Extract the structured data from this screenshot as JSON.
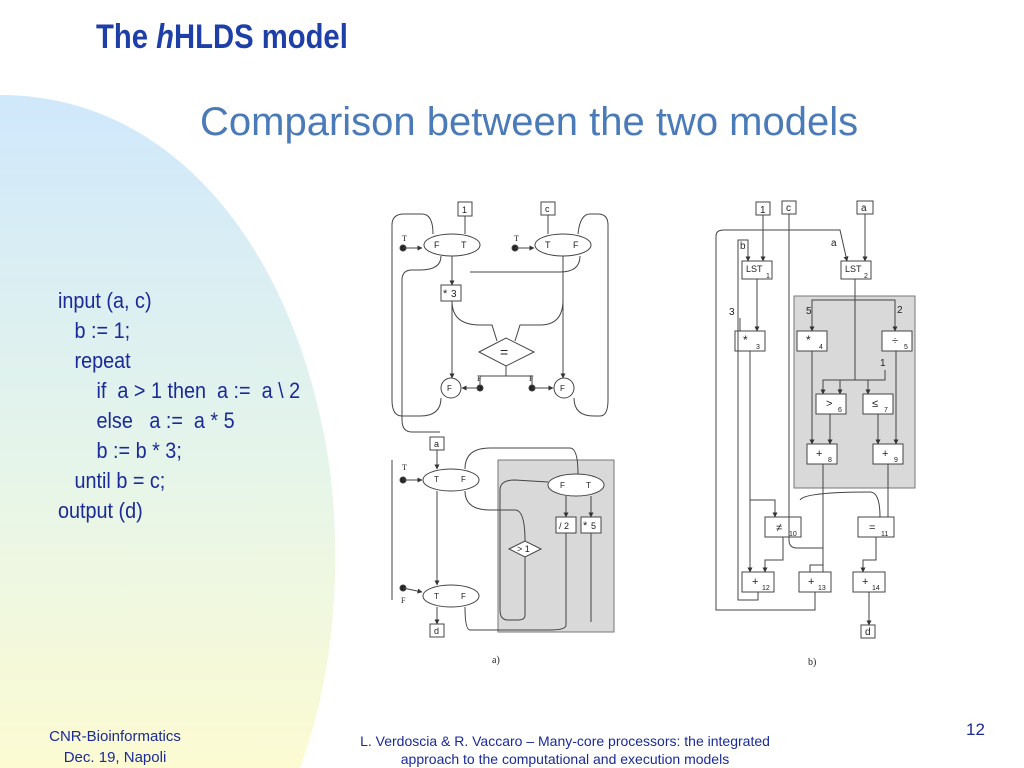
{
  "slide": {
    "title_prefix": "The ",
    "title_italic": "h",
    "title_suffix": "HLDS model",
    "subtitle": "Comparison between the two models",
    "page_number": "12",
    "footer_left": [
      "CNR-Bioinformatics",
      "Dec. 19, Napoli"
    ],
    "footer_mid": [
      "L. Verdoscia & R. Vaccaro – Many-core processors: the integrated",
      "approach to the computational and execution models"
    ]
  },
  "code_lines": [
    "input (a, c)",
    "   b := 1;",
    "   repeat",
    "       if  a > 1 then  a :=  a \\ 2",
    "       else   a :=  a * 5",
    "       b := b * 3;",
    "   until b = c;",
    "output (d)"
  ],
  "diagram_a": {
    "caption": "a)",
    "in_1": "1",
    "in_c": "c",
    "in_a": "a",
    "out_d": "d",
    "T": "T",
    "F": "F",
    "mul3": "3",
    "eq": "=",
    "div2": "/ 2",
    "mul5": "5",
    "gt1": "> 1"
  },
  "diagram_b": {
    "caption": "b)",
    "in_1": "1",
    "in_c": "c",
    "in_a": "a",
    "out_d": "d",
    "lbl_b": "b",
    "lbl_a": "a",
    "lst": "LST",
    "const3": "3",
    "const5": "5",
    "const2": "2",
    "const1": "1",
    "op_mul": "*",
    "op_div": "÷",
    "op_gt": ">",
    "op_le": "≤",
    "op_plus": "+",
    "op_ne": "≠",
    "op_eq": "=",
    "sub": [
      "1",
      "2",
      "3",
      "4",
      "5",
      "6",
      "7",
      "8",
      "9",
      "10",
      "11",
      "12",
      "13",
      "14"
    ]
  }
}
